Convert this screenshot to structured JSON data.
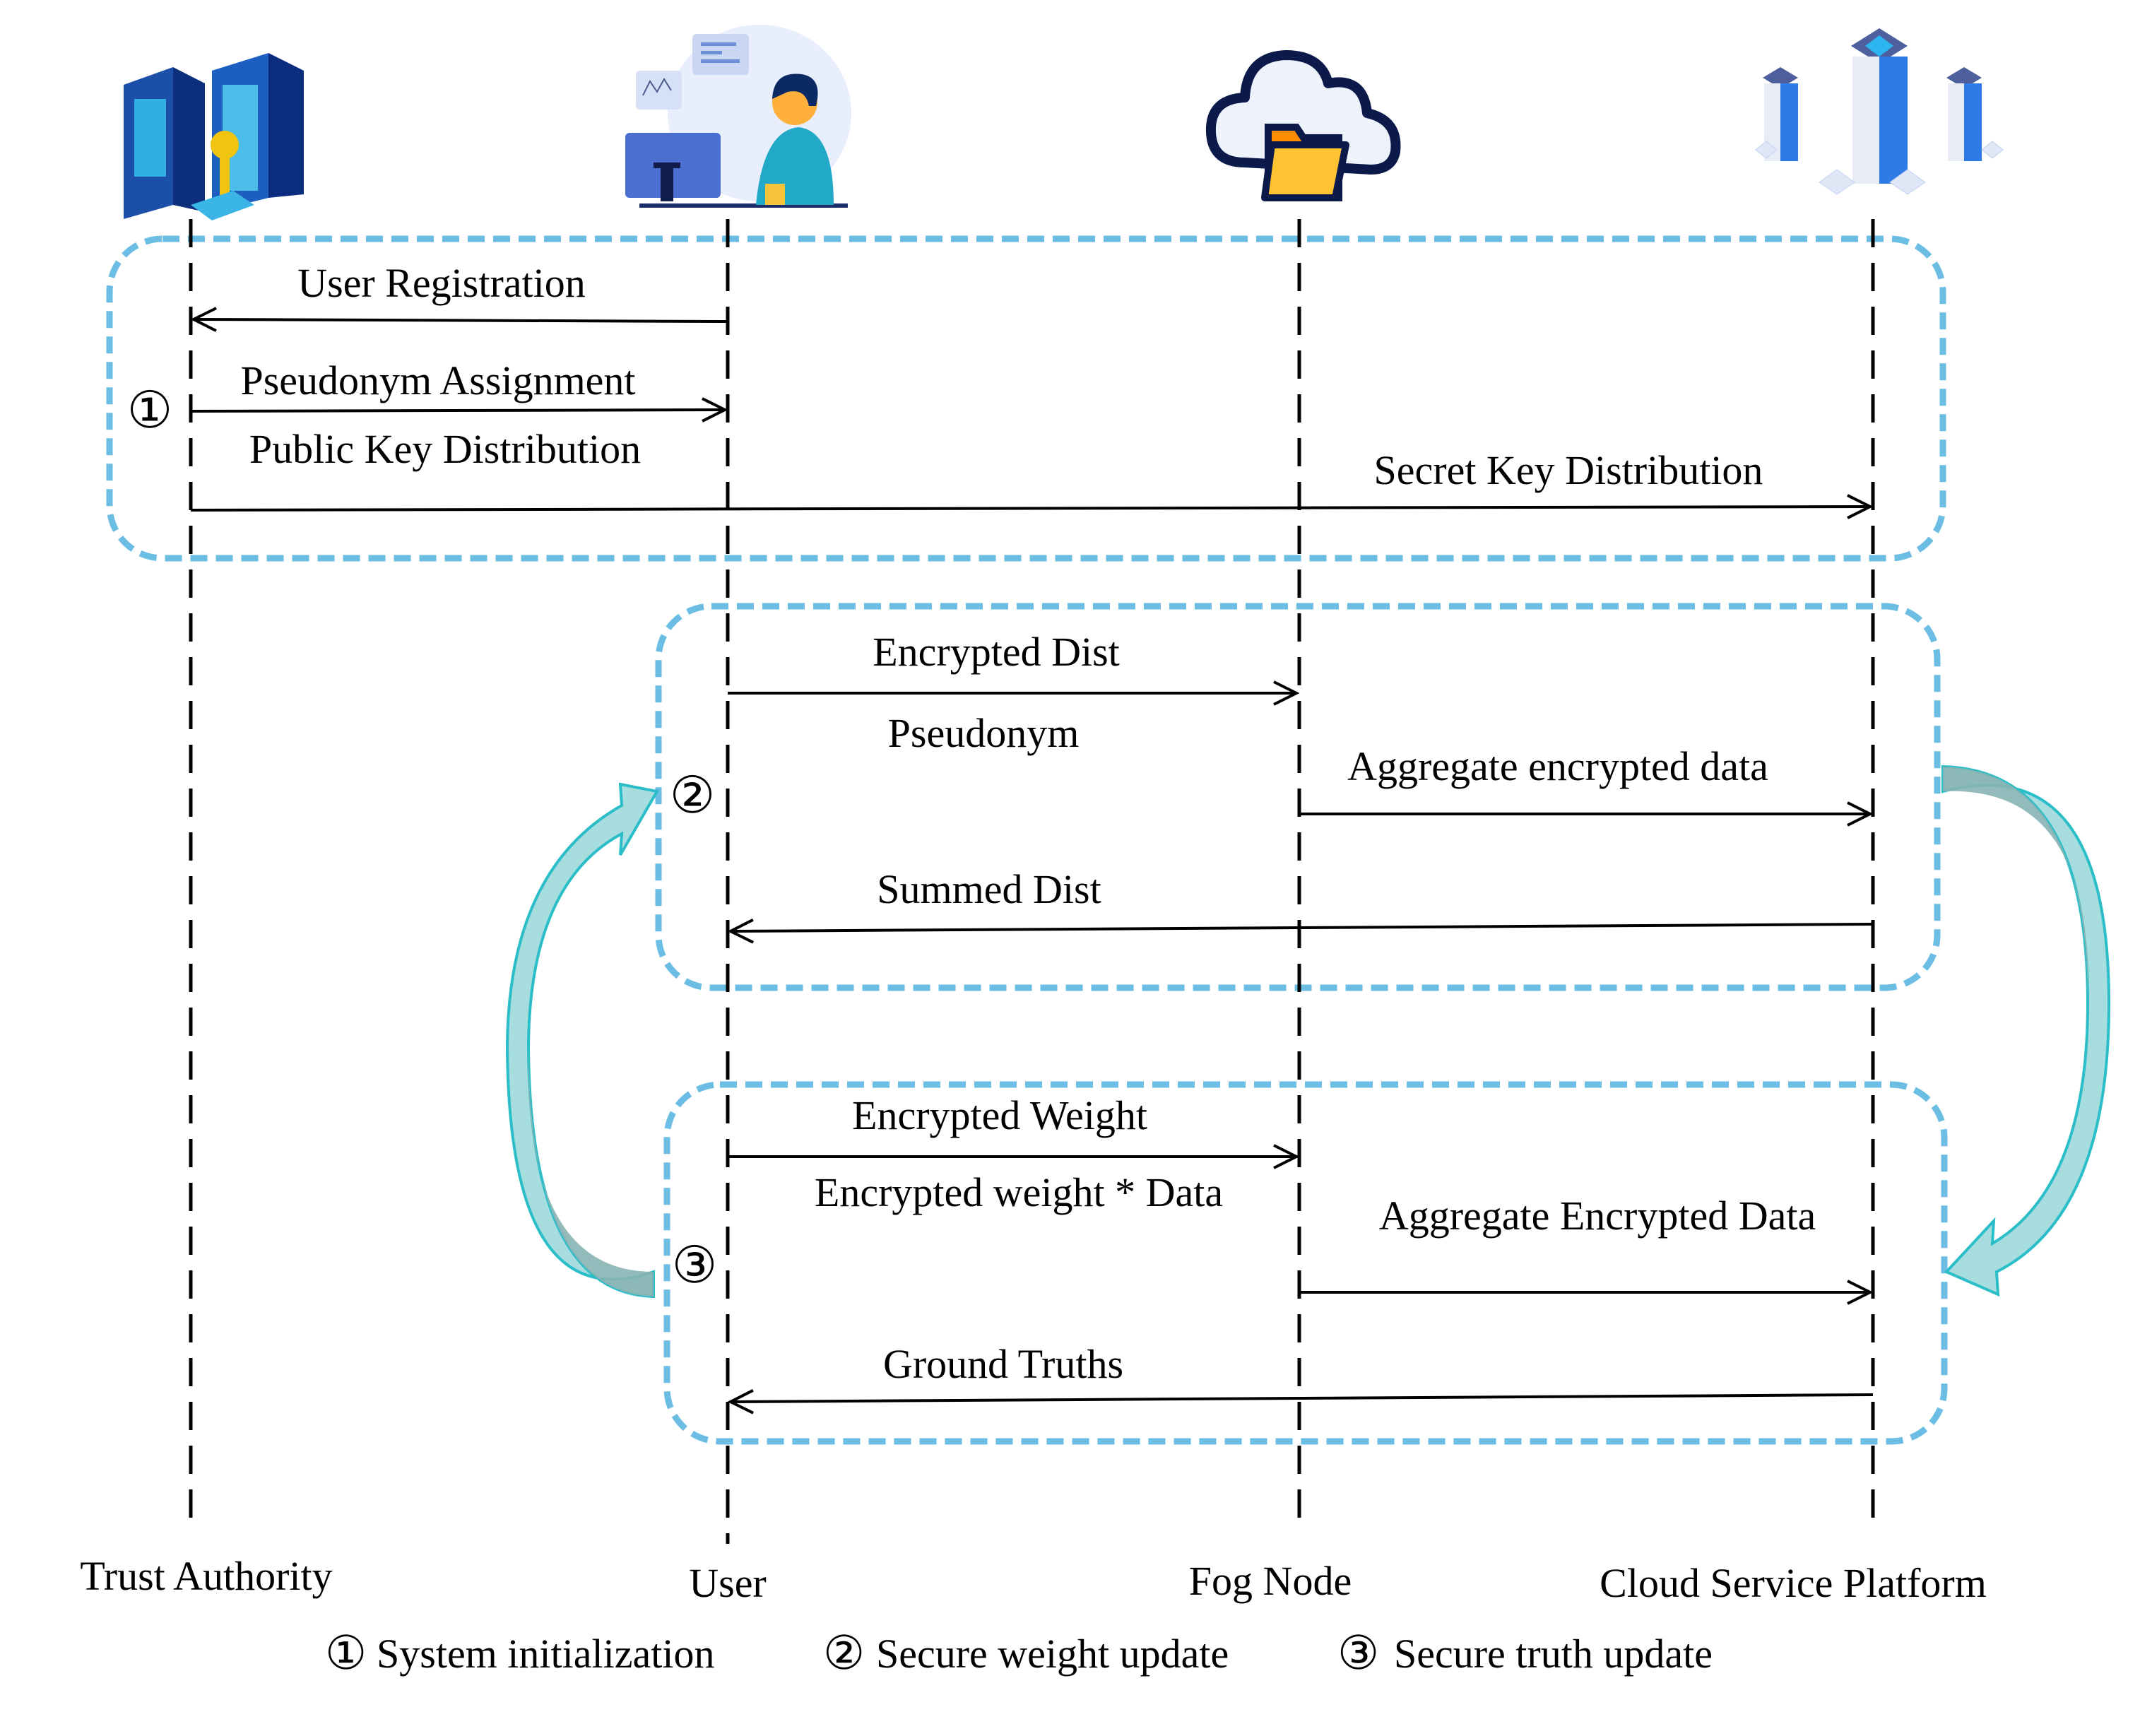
{
  "participants": [
    {
      "name": "Trust Authority",
      "icon": "server-key-icon"
    },
    {
      "name": "User",
      "icon": "user-computer-icon"
    },
    {
      "name": "Fog Node",
      "icon": "cloud-folder-icon"
    },
    {
      "name": "Cloud Service Platform",
      "icon": "server-cluster-icon"
    }
  ],
  "phases": [
    {
      "marker": "①",
      "title": "System initialization"
    },
    {
      "marker": "②",
      "title": "Secure weight update"
    },
    {
      "marker": "③",
      "title": "Secure truth update"
    }
  ],
  "messages": [
    {
      "label": "User Registration",
      "from": "User",
      "to": "Trust Authority",
      "phase": 1
    },
    {
      "label": "Pseudonym Assignment",
      "from": "Trust Authority",
      "to": "User",
      "phase": 1
    },
    {
      "label": "Public Key Distribution",
      "from": "Trust Authority",
      "to": "User",
      "phase": 1
    },
    {
      "label": "Secret Key Distribution",
      "from": "Trust Authority",
      "to": "Cloud Service Platform",
      "phase": 1
    },
    {
      "label": "Encrypted Dist",
      "from": "User",
      "to": "Fog Node",
      "phase": 2
    },
    {
      "label": "Pseudonym",
      "from": "User",
      "to": "Fog Node",
      "phase": 2
    },
    {
      "label": "Aggregate encrypted data",
      "from": "Fog Node",
      "to": "Cloud Service Platform",
      "phase": 2
    },
    {
      "label": "Summed Dist",
      "from": "Cloud Service Platform",
      "to": "User",
      "phase": 2
    },
    {
      "label": "Encrypted Weight",
      "from": "User",
      "to": "Fog Node",
      "phase": 3
    },
    {
      "label": "Encrypted weight * Data",
      "from": "User",
      "to": "Fog Node",
      "phase": 3
    },
    {
      "label": "Aggregate Encrypted Data",
      "from": "Fog Node",
      "to": "Cloud Service Platform",
      "phase": 3
    },
    {
      "label": "Ground Truths",
      "from": "Cloud Service Platform",
      "to": "User",
      "phase": 3
    }
  ],
  "colors": {
    "phase_box": "#6bbde3",
    "loop_arrow_dark": "#88b4b4",
    "loop_arrow_light": "#a8dde0",
    "loop_arrow_stroke": "#2bbec8"
  }
}
